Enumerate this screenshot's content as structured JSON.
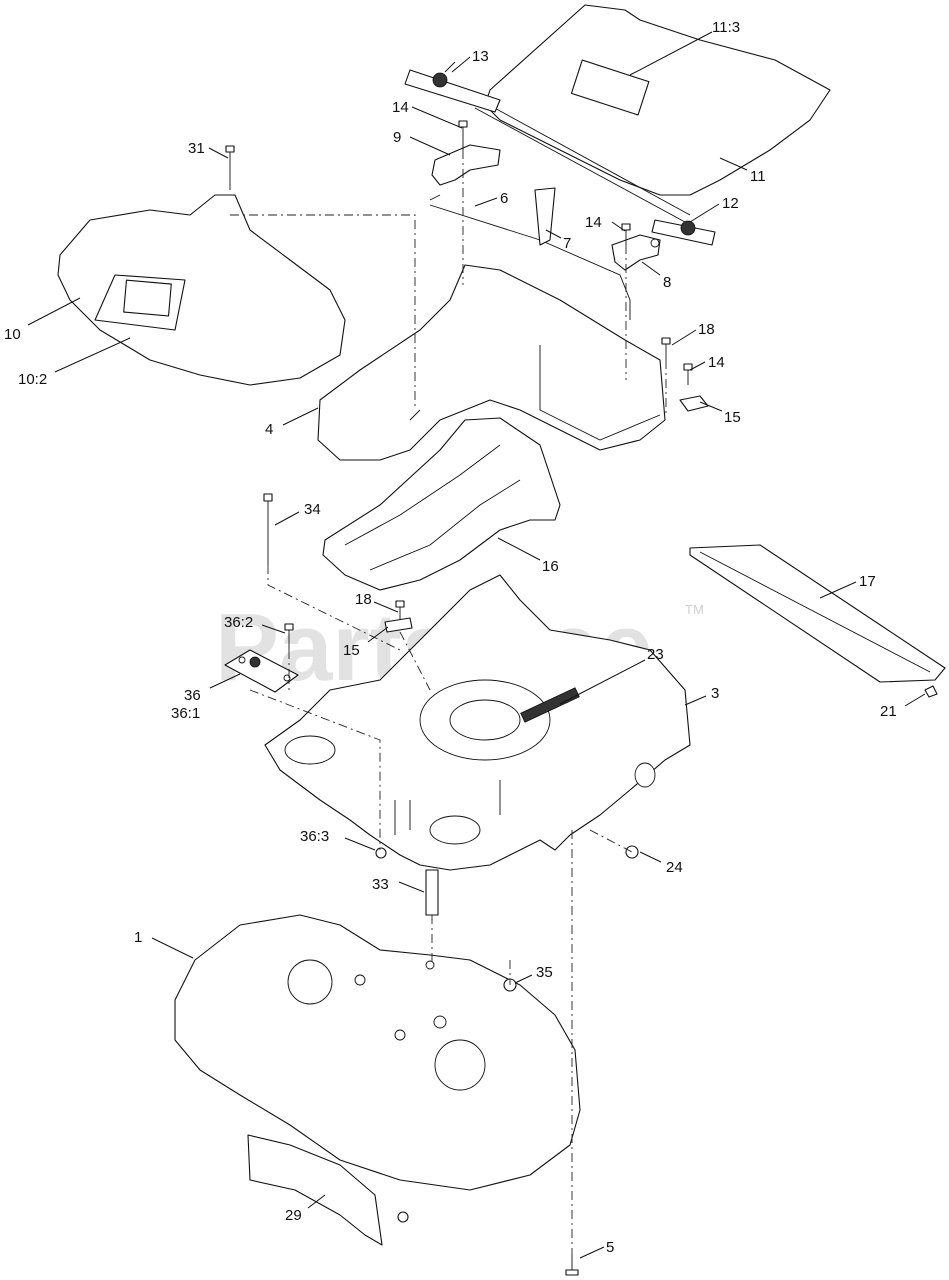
{
  "watermark": {
    "text": "PartsTree",
    "tm": "TM"
  },
  "labels": [
    {
      "id": "13",
      "text": "13"
    },
    {
      "id": "11_3",
      "text": "11:3"
    },
    {
      "id": "14_top",
      "text": "14"
    },
    {
      "id": "9",
      "text": "9"
    },
    {
      "id": "11",
      "text": "11"
    },
    {
      "id": "31",
      "text": "31"
    },
    {
      "id": "6",
      "text": "6"
    },
    {
      "id": "12",
      "text": "12"
    },
    {
      "id": "14_mid",
      "text": "14"
    },
    {
      "id": "7",
      "text": "7"
    },
    {
      "id": "8",
      "text": "8"
    },
    {
      "id": "10",
      "text": "10"
    },
    {
      "id": "18_top",
      "text": "18"
    },
    {
      "id": "10_2",
      "text": "10:2"
    },
    {
      "id": "14_right",
      "text": "14"
    },
    {
      "id": "15_right",
      "text": "15"
    },
    {
      "id": "4",
      "text": "4"
    },
    {
      "id": "34",
      "text": "34"
    },
    {
      "id": "16",
      "text": "16"
    },
    {
      "id": "17",
      "text": "17"
    },
    {
      "id": "18_mid",
      "text": "18"
    },
    {
      "id": "36_2",
      "text": "36:2"
    },
    {
      "id": "15_mid",
      "text": "15"
    },
    {
      "id": "23",
      "text": "23"
    },
    {
      "id": "36",
      "text": "36"
    },
    {
      "id": "3",
      "text": "3"
    },
    {
      "id": "36_1",
      "text": "36:1"
    },
    {
      "id": "21",
      "text": "21"
    },
    {
      "id": "36_3",
      "text": "36:3"
    },
    {
      "id": "24",
      "text": "24"
    },
    {
      "id": "33",
      "text": "33"
    },
    {
      "id": "1",
      "text": "1"
    },
    {
      "id": "35",
      "text": "35"
    },
    {
      "id": "29",
      "text": "29"
    },
    {
      "id": "5",
      "text": "5"
    }
  ]
}
